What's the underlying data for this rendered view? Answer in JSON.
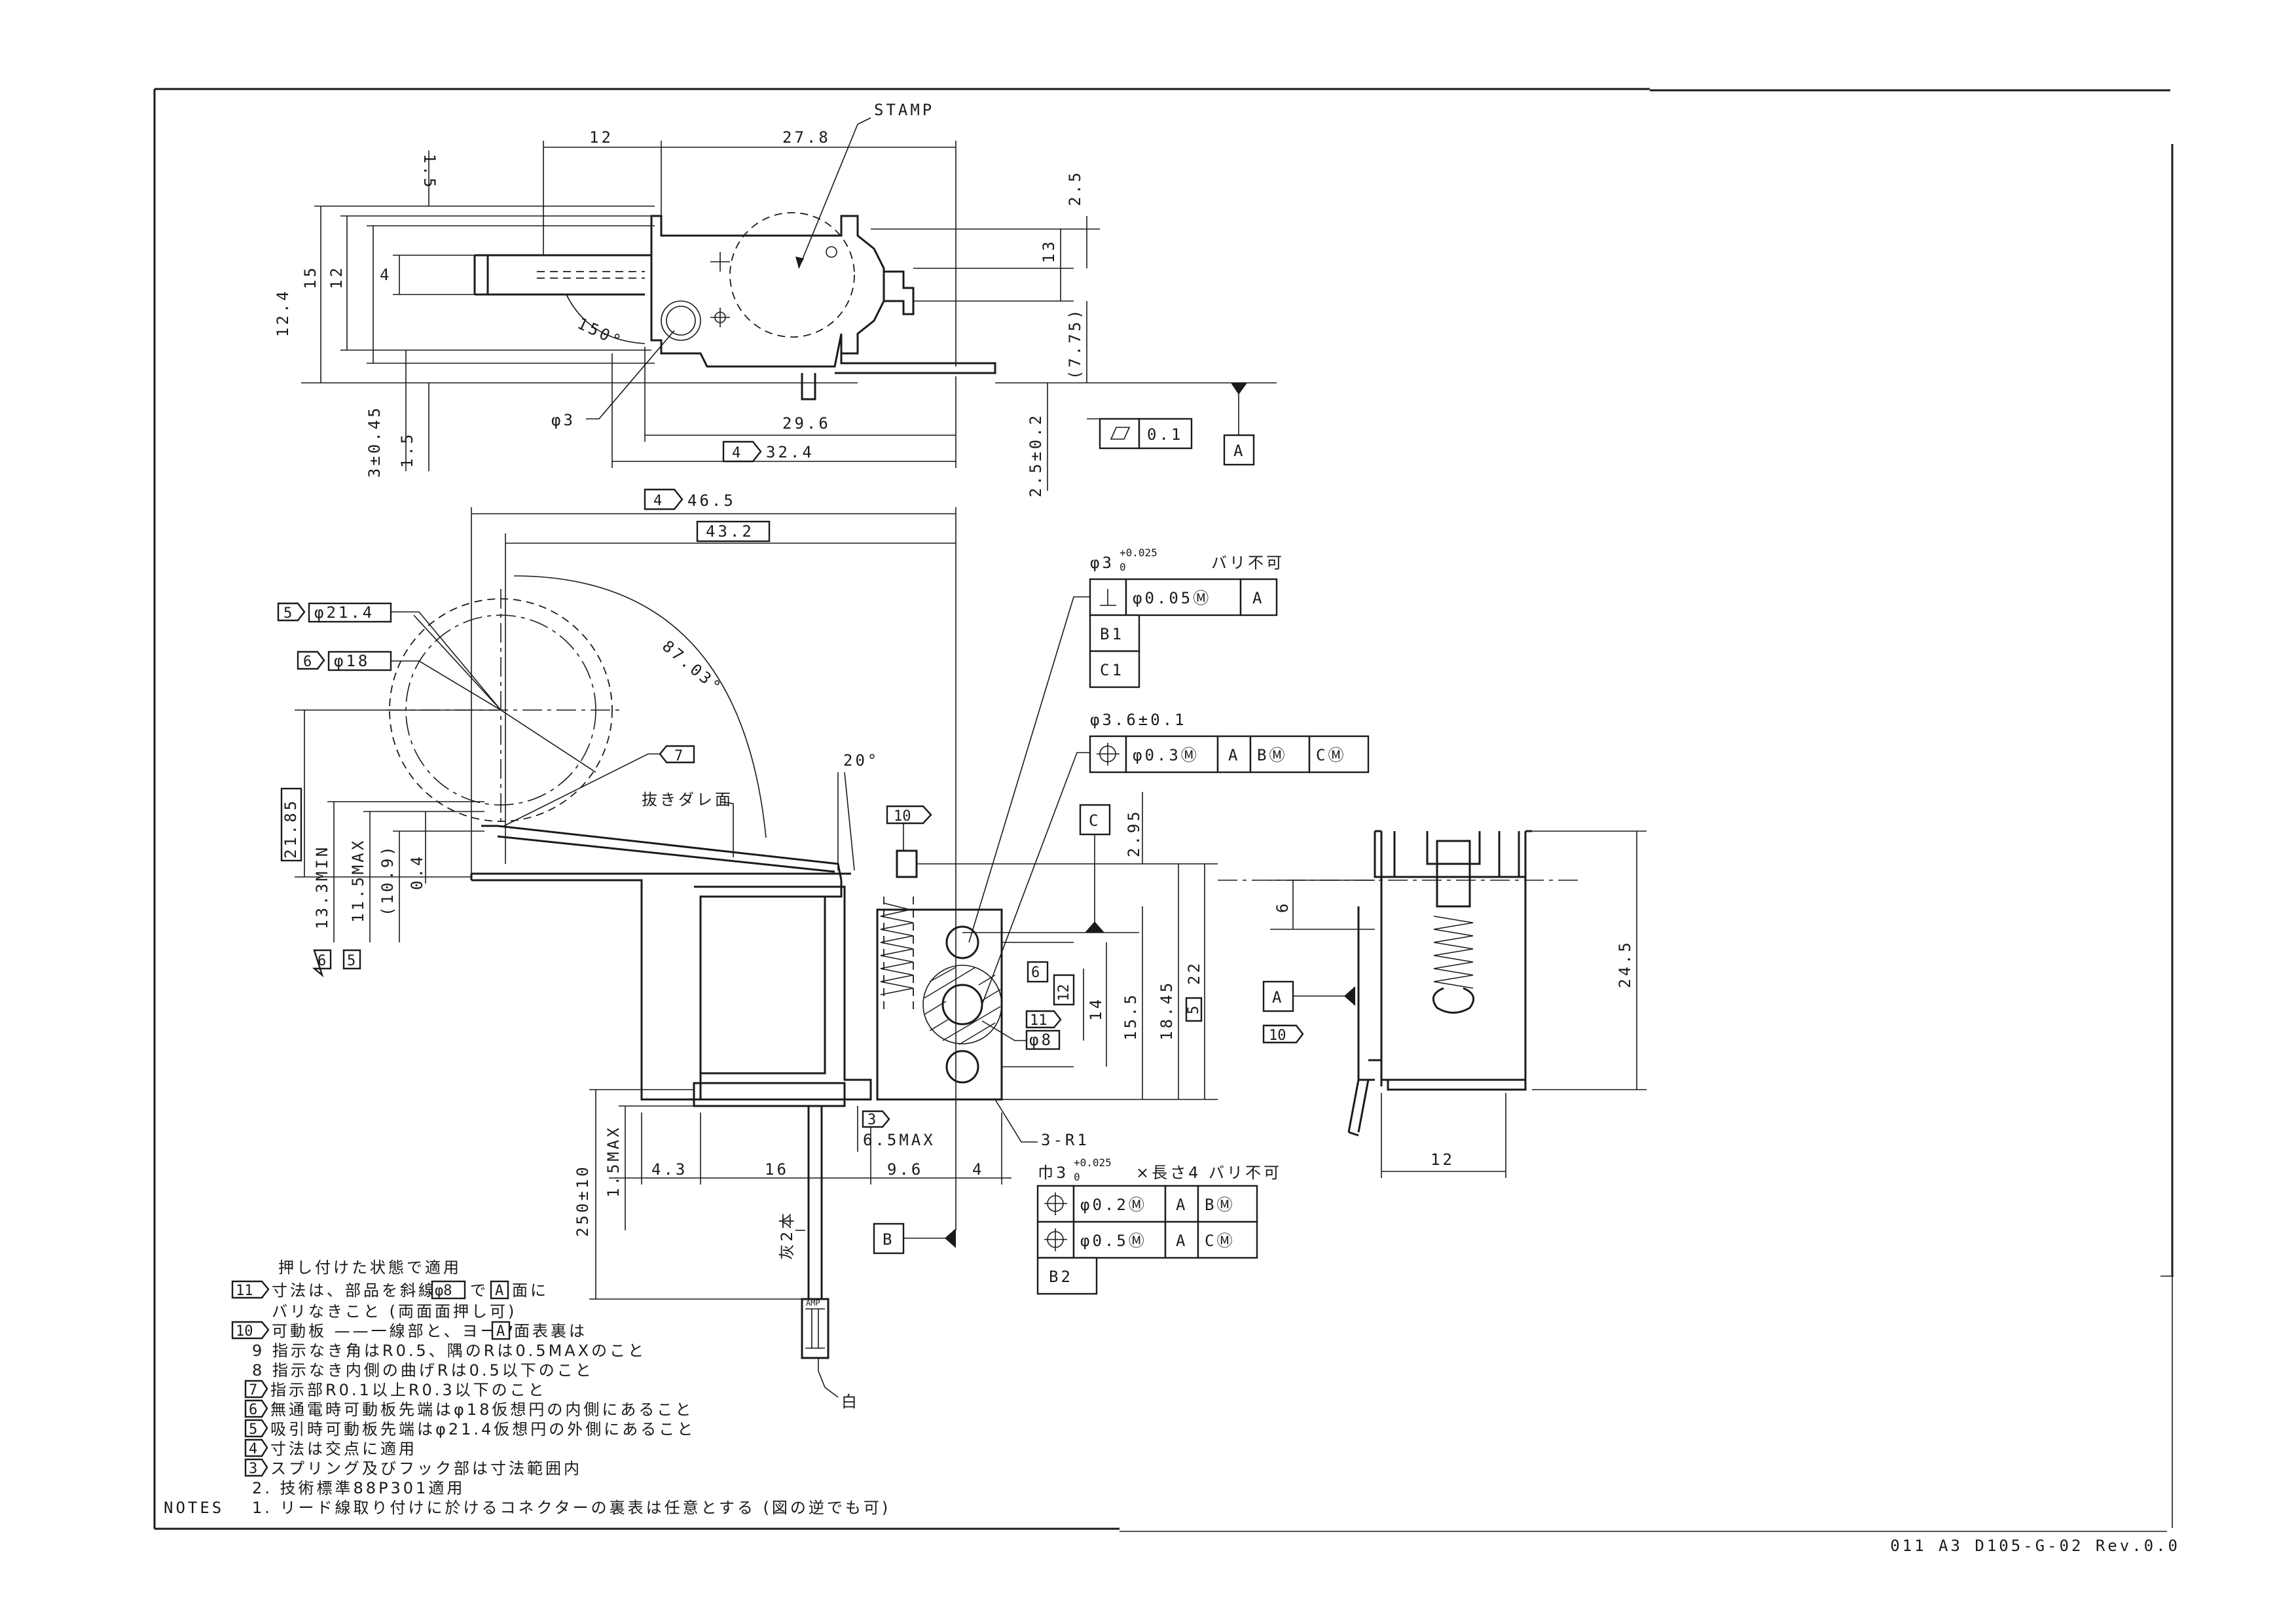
{
  "title_block": {
    "text": "011  A3  D105-G-02  Rev.0.0"
  },
  "top_view": {
    "stamp_label": "STAMP",
    "dims": {
      "d12": "12",
      "d278": "27.8",
      "d15a": "1.5",
      "d124": "12.4",
      "d15": "15",
      "d12v": "12",
      "d4": "4",
      "d150": "150°",
      "phi3": "φ3",
      "d296": "29.6",
      "d324": "32.4",
      "d345": "3±0.45",
      "d15b": "1.5",
      "d25": "2.5",
      "d13": "13",
      "d775": "(7.75)",
      "d2502": "2.5±0.2"
    },
    "flatness_value": "0.1",
    "datum_a": "A",
    "badge4": "4"
  },
  "front_view": {
    "dims": {
      "d465": "46.5",
      "d432": "43.2",
      "phi214": "φ21.4",
      "phi18": "φ18",
      "ang8703": "87.03°",
      "ang20": "20°",
      "nuki": "抜きダレ面",
      "d2185": "21.85",
      "d133": "13.3MIN",
      "d115": "11.5MAX",
      "d109": "(10.9)",
      "d04": "0.4",
      "d295": "2.95",
      "d6": "6",
      "d12": "12",
      "d14": "14",
      "d155": "15.5",
      "d1845": "18.45",
      "d22": "22",
      "phi8": "φ8",
      "d3r1": "3-R1",
      "d65max": "6.5MAX",
      "d250": "250±10",
      "d15max": "1.5MAX",
      "d43": "4.3",
      "d16": "16",
      "d96": "9.6",
      "d4": "4",
      "haiiro": "灰2本",
      "shiro": "白",
      "amp": "AMP"
    },
    "badges": {
      "b3": "3",
      "b4": "4",
      "b5": "5",
      "b6": "6",
      "b7": "7",
      "b10": "10",
      "b11": "11",
      "b12": "12"
    },
    "datum_b": "B",
    "datum_c": "C"
  },
  "tolerances": {
    "hole1": {
      "title": "φ3",
      "sup": "+0.025",
      "sub": "0",
      "note": "バリ不可",
      "perp_value": "φ0.05Ⓜ",
      "datum": "A",
      "b1": "B1",
      "c1": "C1"
    },
    "hole2": {
      "title": "φ3.6±0.1",
      "value": "φ0.3Ⓜ",
      "datum_a": "A",
      "datum_b": "BⓂ",
      "datum_c": "CⓂ"
    },
    "slot": {
      "title": "巾3",
      "sup": "+0.025",
      "sub": "0",
      "note": "×長さ4  バリ不可",
      "row1_value": "φ0.2Ⓜ",
      "row1_a": "A",
      "row1_b": "BⓂ",
      "row2_value": "φ0.5Ⓜ",
      "row2_a": "A",
      "row2_c": "CⓂ",
      "b2": "B2"
    }
  },
  "side_view": {
    "d6": "6",
    "d245": "24.5",
    "d12": "12",
    "datum_a": "A",
    "badge10": "10"
  },
  "notes": {
    "n11a": "押し付けた状態で適用",
    "n11b": "寸法は、部品を斜線部",
    "n11b_box": "φ8",
    "n11b_mid": "で",
    "n11b_box2": "A",
    "n11b_end": "面に",
    "n11c": "バリなきこと (両面面押し可)",
    "n10": "可動板 ——一線部と、ヨーク",
    "n10_box": "A",
    "n10_end": "面表裏は",
    "n9": "9  指示なき角はR0.5、隅のRは0.5MAXのこと",
    "n8": "8  指示なき内側の曲げRは0.5以下のこと",
    "n7": "指示部R0.1以上R0.3以下のこと",
    "n6": "無通電時可動板先端はφ18仮想円の内側にあること",
    "n5": "吸引時可動板先端はφ21.4仮想円の外側にあること",
    "n4": "寸法は交点に適用",
    "n3": "スプリング及びフック部は寸法範囲内",
    "n2": "2.  技術標準88P301適用",
    "n1_label": "NOTES",
    "n1": "1.  リード線取り付けに於けるコネクターの裏表は任意とする (図の逆でも可)"
  }
}
